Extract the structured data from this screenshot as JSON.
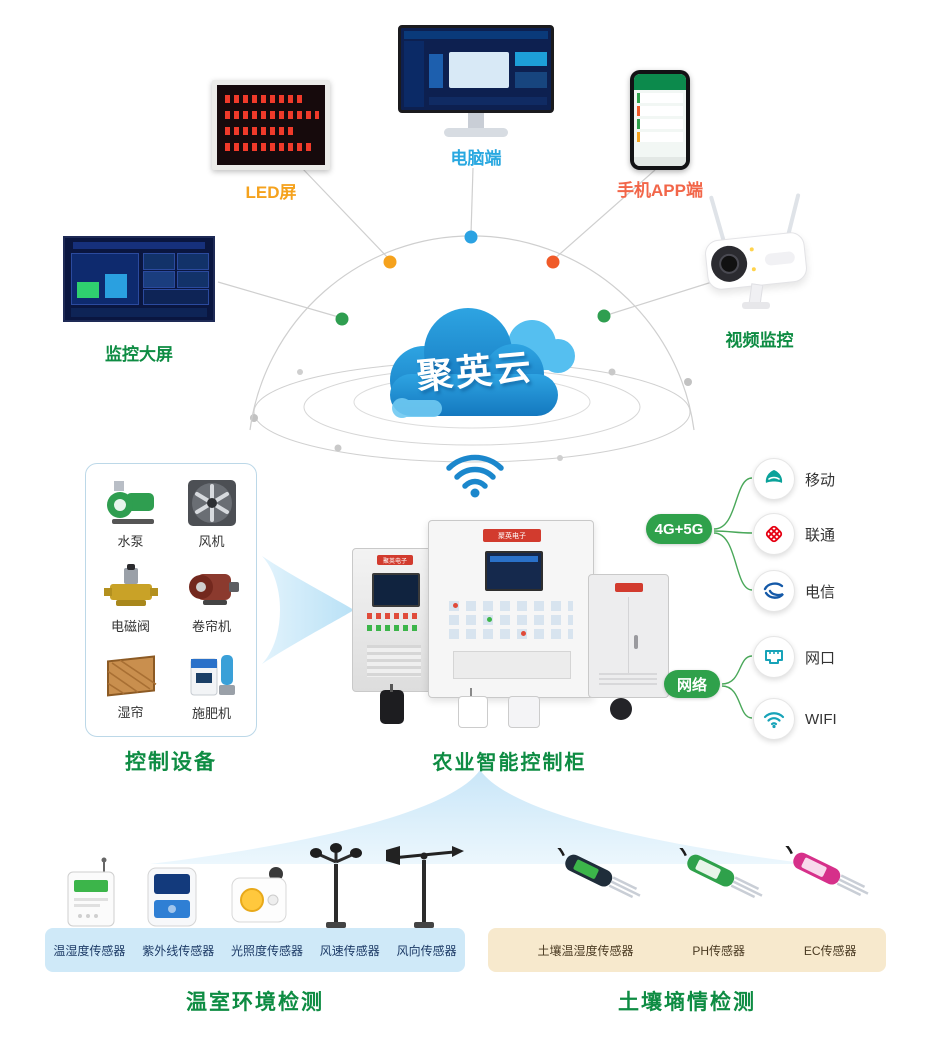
{
  "colors": {
    "accent_blue": "#29a8e0",
    "accent_orange": "#f5a21d",
    "accent_coral": "#f26649",
    "accent_green": "#0e8c43",
    "badge_green": "#2fa14b",
    "cloud_blue": "#1e8fd4",
    "panel_blue": "#cfe9f8",
    "panel_tan": "#f7e9cd",
    "dot_orange": "#f5a21d",
    "dot_blue": "#2ba2e2",
    "dot_red": "#f05a28",
    "dot_green": "#2f9e50"
  },
  "cloud": {
    "label": "聚英云"
  },
  "top_devices": {
    "led": {
      "label": "LED屏"
    },
    "pc": {
      "label": "电脑端"
    },
    "app": {
      "label": "手机APP端"
    },
    "bigscreen": {
      "label": "监控大屏"
    },
    "camera": {
      "label": "视频监控"
    }
  },
  "control_box": {
    "title": "控制设备",
    "items": [
      {
        "label": "水泵"
      },
      {
        "label": "风机"
      },
      {
        "label": "电磁阀"
      },
      {
        "label": "卷帘机"
      },
      {
        "label": "湿帘"
      },
      {
        "label": "施肥机"
      }
    ]
  },
  "cabinet": {
    "title": "农业智能控制柜",
    "brand": "聚英电子"
  },
  "connectivity": {
    "cellular": {
      "badge": "4G+5G",
      "items": [
        {
          "label": "移动"
        },
        {
          "label": "联通"
        },
        {
          "label": "电信"
        }
      ]
    },
    "network": {
      "badge": "网络",
      "items": [
        {
          "label": "网口"
        },
        {
          "label": "WIFI"
        }
      ]
    }
  },
  "greenhouse": {
    "title": "温室环境检测",
    "sensors": [
      {
        "label": "温湿度传感器"
      },
      {
        "label": "紫外线传感器"
      },
      {
        "label": "光照度传感器"
      },
      {
        "label": "风速传感器"
      },
      {
        "label": "风向传感器"
      }
    ]
  },
  "soil": {
    "title": "土壤墒情检测",
    "sensors": [
      {
        "label": "土壤温湿度传感器"
      },
      {
        "label": "PH传感器"
      },
      {
        "label": "EC传感器"
      }
    ]
  }
}
